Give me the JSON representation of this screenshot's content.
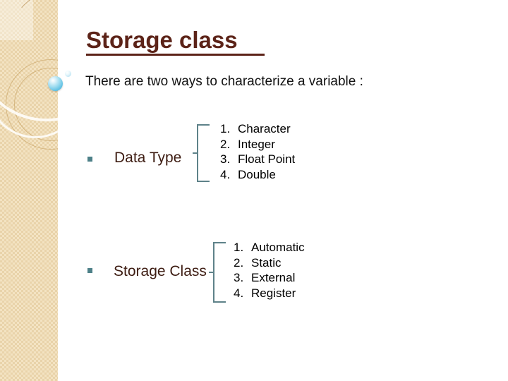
{
  "slide": {
    "title": "Storage class",
    "subtitle": "There are two ways to characterize a variable :"
  },
  "theme": {
    "title_color": "#5c2318",
    "label_color": "#3d1c12",
    "bullet_color": "#4d8088",
    "brace_color": "#5e8289",
    "body_color": "#000000",
    "sidebar_color": "#f3e3c2",
    "sphere_color": "#63c2e4"
  },
  "rows": [
    {
      "bullet": "square-bullet",
      "label": "Data Type",
      "items": [
        {
          "num": "1.",
          "text": "Character"
        },
        {
          "num": "2.",
          "text": "Integer"
        },
        {
          "num": "3.",
          "text": "Float Point"
        },
        {
          "num": "4.",
          "text": "Double"
        }
      ]
    },
    {
      "bullet": "square-bullet",
      "label": "Storage Class",
      "items": [
        {
          "num": "1.",
          "text": "Automatic"
        },
        {
          "num": "2.",
          "text": "Static"
        },
        {
          "num": "3.",
          "text": "External"
        },
        {
          "num": "4.",
          "text": "Register"
        }
      ]
    }
  ]
}
